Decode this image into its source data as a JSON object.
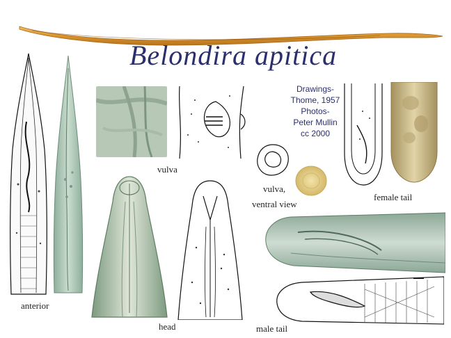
{
  "title": "Belondira apitica",
  "credits": {
    "line1": "Drawings-",
    "line2": "Thome, 1957",
    "line3": "Photos-",
    "line4": "Peter Mullin",
    "line5": "cc 2000"
  },
  "labels": {
    "vulva": "vulva",
    "vulva_ventral": "vulva,",
    "ventral_view": "ventral view",
    "female_tail": "female tail",
    "anterior": "anterior",
    "head": "head",
    "male_tail": "male tail"
  },
  "colors": {
    "title": "#2b2f6b",
    "worm_body": "#d9952e",
    "photo_green": "#b7cdb2",
    "photo_tan": "#cdb98a"
  }
}
